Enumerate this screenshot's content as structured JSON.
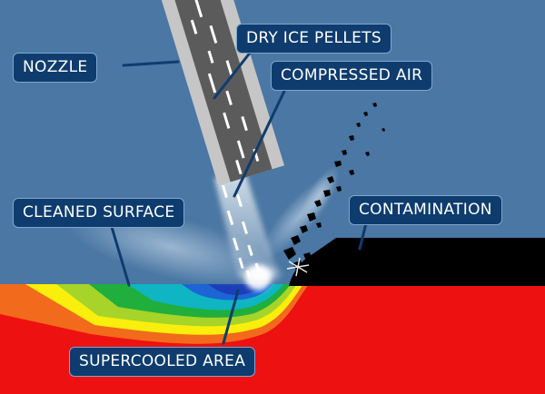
{
  "labels": {
    "nozzle": "NOZZLE",
    "dry_ice_pellets": "DRY ICE PELLETS",
    "compressed_air": "COMPRESSED AIR",
    "cleaned_surface": "CLEANED SURFACE",
    "contamination": "CONTAMINATION",
    "supercooled_area": "SUPERCOOLED AREA"
  },
  "colors": {
    "background": "#4a77a3",
    "label_fill": "#0e3c6e",
    "label_border": "#7fa6cf",
    "surface_hot": "#ee1111",
    "contamination": "#000000",
    "leader_line": "#0e3c6e"
  }
}
